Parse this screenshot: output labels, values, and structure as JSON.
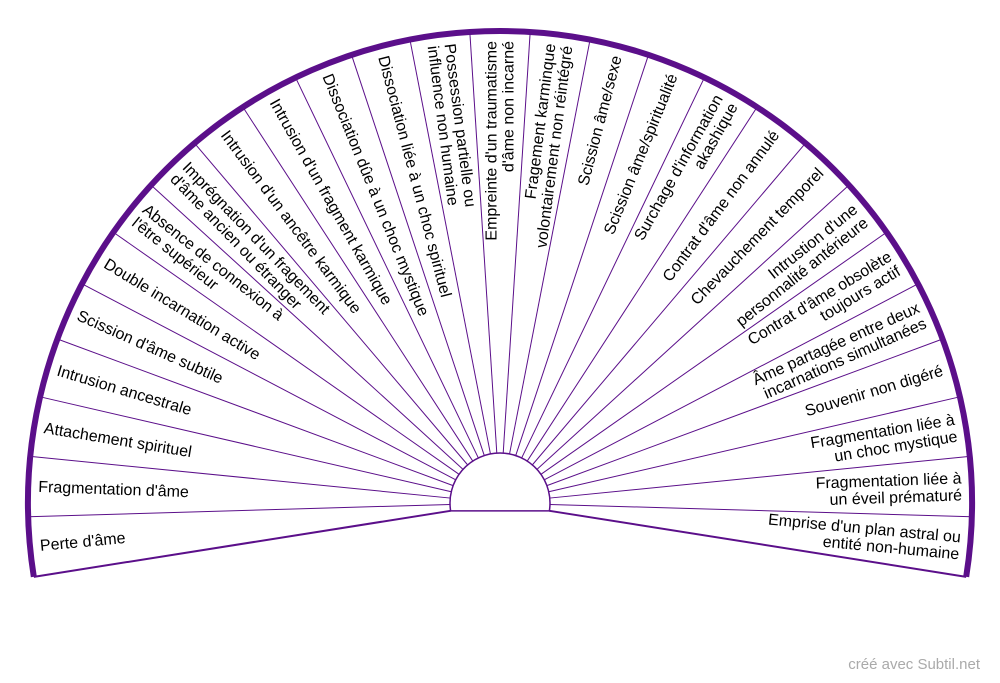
{
  "segments": [
    [
      "Perte d'âme"
    ],
    [
      "Fragmentation d'âme"
    ],
    [
      "Attachement spirituel"
    ],
    [
      "Intrusion ancestrale"
    ],
    [
      "Scission d'âme subtile"
    ],
    [
      "Double incarnation active"
    ],
    [
      "Absence de connexion à",
      "l'être supérieur"
    ],
    [
      "Imprégnation d'un fragement",
      "d'âme ancien ou étranger"
    ],
    [
      "Intrusion d'un ancêtre karmique"
    ],
    [
      "Intrusion d'un fragment karmique"
    ],
    [
      "Dissociation dûe à un choc mystique"
    ],
    [
      "Dissociation liée à un choc spirituel"
    ],
    [
      "Possession partielle ou",
      "influence non humaine"
    ],
    [
      "Empreinte d'un traumatisme",
      "d'âme non incarné"
    ],
    [
      "Fragement karminque",
      "volontairement non réintégré"
    ],
    [
      "Scission âme/sexe"
    ],
    [
      "Scission âme/spiritualité"
    ],
    [
      "Surchage d'information",
      "akashique"
    ],
    [
      "Contrat d'âme non annulé"
    ],
    [
      "Chevauchement temporel"
    ],
    [
      "Intrustion d'une",
      "personnalité antérieure"
    ],
    [
      "Contrat d'âme obsolète",
      "toujours actif"
    ],
    [
      "Âme partagée entre deux",
      "incarnations simultanées"
    ],
    [
      "Souvenir non digéré"
    ],
    [
      "Fragmentation liée à",
      "un choc mystique"
    ],
    [
      "Fragmentation liée à",
      "un éveil prématuré"
    ],
    [
      "Emprise d'un plan astral ou",
      "entité non-humaine"
    ]
  ],
  "colors": {
    "outer_arc": "#5b0f8a",
    "spokes": "#5b0f8a",
    "credit": "#aaaaaa"
  },
  "credit": "créé avec Subtil.net"
}
